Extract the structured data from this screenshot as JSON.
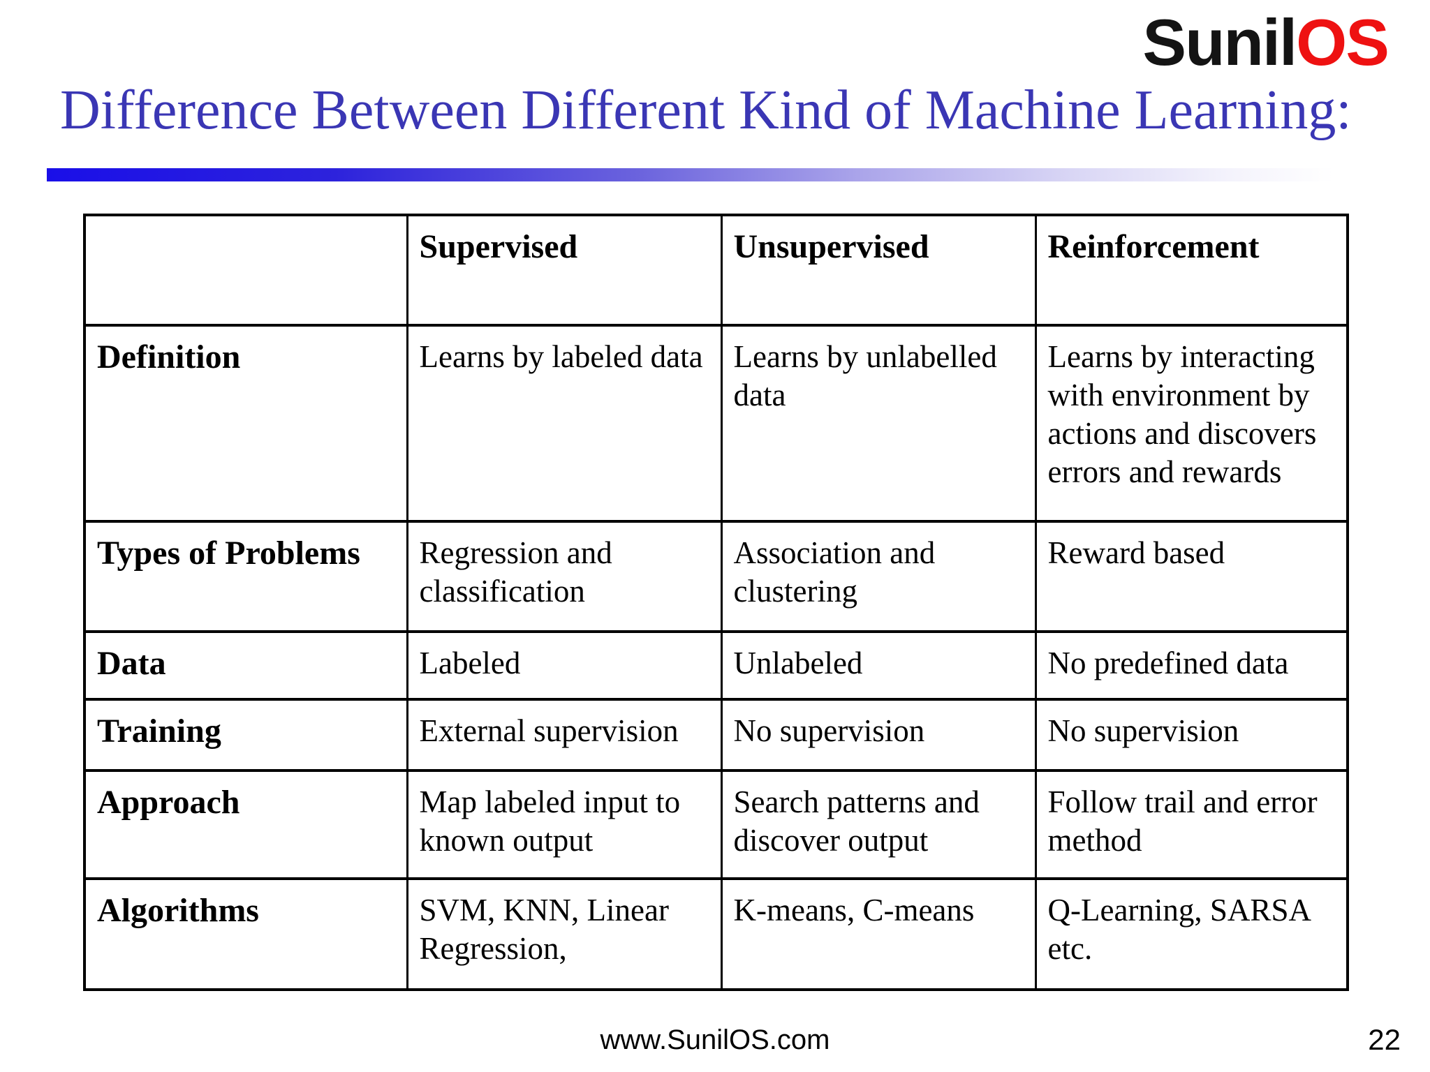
{
  "logo": {
    "black": "Sunil",
    "red": "OS"
  },
  "title": "Difference Between Different Kind of Machine Learning:",
  "table": {
    "headers": [
      "",
      "Supervised",
      "Unsupervised",
      "Reinforcement"
    ],
    "rows": [
      {
        "label": "Definition",
        "cells": [
          "Learns by labeled data",
          "Learns by unlabelled data",
          "Learns by interacting with environment by actions and discovers errors and rewards"
        ]
      },
      {
        "label": "Types of Problems",
        "cells": [
          "Regression and classification",
          "Association and clustering",
          "Reward based"
        ]
      },
      {
        "label": "Data",
        "cells": [
          "Labeled",
          "Unlabeled",
          "No predefined data"
        ]
      },
      {
        "label": "Training",
        "cells": [
          "External supervision",
          "No supervision",
          "No supervision"
        ]
      },
      {
        "label": "Approach",
        "cells": [
          "Map labeled input to known output",
          "Search patterns and discover output",
          "Follow trail and error method"
        ]
      },
      {
        "label": "Algorithms",
        "cells": [
          "SVM, KNN, Linear Regression,",
          "K-means, C-means",
          "Q-Learning, SARSA etc."
        ]
      }
    ]
  },
  "footer": {
    "website": "www.SunilOS.com",
    "page_number": "22"
  },
  "colors": {
    "title_blue": "#3a36b4",
    "logo_red": "#ee1111",
    "logo_black": "#141414",
    "bar_blue": "#1a0fe8",
    "border": "#000000",
    "background": "#ffffff"
  }
}
